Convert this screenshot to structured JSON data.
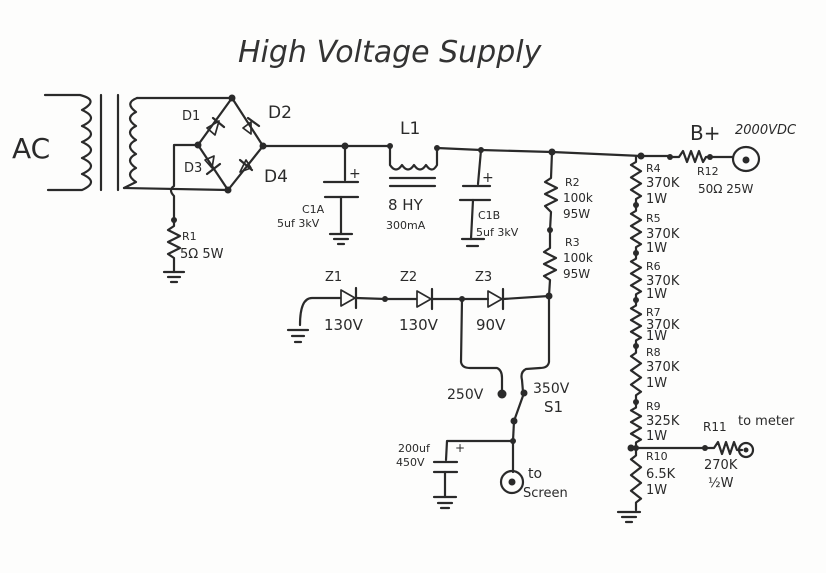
{
  "title": "High Voltage Supply",
  "colors": {
    "ink": "#2a2a2a",
    "paper": "#fdfdfc"
  },
  "input": {
    "label": "AC"
  },
  "bridge": {
    "D1": "D1",
    "D2": "D2",
    "D3": "D3",
    "D4": "D4"
  },
  "R1": {
    "name": "R1",
    "value": "5Ω 5W"
  },
  "C1A": {
    "name": "C1A",
    "value": "5uf 3kV",
    "polarity": "+"
  },
  "L1": {
    "name": "L1",
    "value": "8 HY",
    "current": "300mA"
  },
  "C1B": {
    "name": "C1B",
    "value": "5uf 3kV",
    "polarity": "+"
  },
  "R2": {
    "name": "R2",
    "value": "100k",
    "power": "95W"
  },
  "R3": {
    "name": "R3",
    "value": "100k",
    "power": "95W"
  },
  "zeners": [
    {
      "name": "Z1",
      "voltage": "130V"
    },
    {
      "name": "Z2",
      "voltage": "130V"
    },
    {
      "name": "Z3",
      "voltage": "90V"
    }
  ],
  "S1": {
    "name": "S1",
    "pos_a": "250V",
    "pos_b": "350V"
  },
  "C2": {
    "value": "200uf",
    "voltage": "450V",
    "polarity": "+"
  },
  "screen_out": {
    "line1": "to",
    "line2": "Screen"
  },
  "divider": [
    {
      "name": "R4",
      "value": "370K",
      "power": "1W"
    },
    {
      "name": "R5",
      "value": "370K",
      "power": "1W"
    },
    {
      "name": "R6",
      "value": "370K",
      "power": "1W"
    },
    {
      "name": "R7",
      "value": "370K",
      "power": "1W"
    },
    {
      "name": "R8",
      "value": "370K",
      "power": "1W"
    },
    {
      "name": "R9",
      "value": "325K",
      "power": "1W"
    },
    {
      "name": "R10",
      "value": "6.5K",
      "power": "1W"
    }
  ],
  "R11": {
    "name": "R11",
    "value": "270K",
    "power": "½W"
  },
  "meter_out": {
    "label": "to meter"
  },
  "R12": {
    "name": "R12",
    "value": "50Ω 25W"
  },
  "b_plus": {
    "label": "B+",
    "voltage": "2000VDC"
  }
}
